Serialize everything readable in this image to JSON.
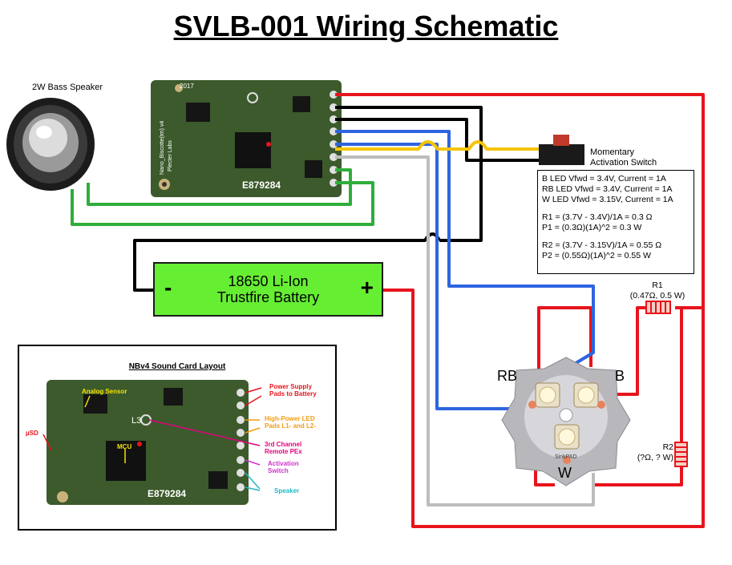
{
  "title": "SVLB-001 Wiring Schematic",
  "speaker_label": "2W Bass Speaker",
  "switch_label_line1": "Momentary",
  "switch_label_line2": "Activation Switch",
  "spec_lines": [
    "B LED Vfwd = 3.4V, Current = 1A",
    "RB LED Vfwd = 3.4V, Current = 1A",
    "W LED Vfwd = 3.15V, Current = 1A",
    "",
    "R1 = (3.7V - 3.4V)/1A = 0.3 Ω",
    "P1 = (0.3Ω)(1A)^2 =  0.3 W",
    "",
    "R2 = (3.7V - 3.15V)/1A = 0.55 Ω",
    "P2 = (0.55Ω)(1A)^2 = 0.55 W"
  ],
  "battery": {
    "line1": "18650 Li-Ion",
    "line2": "Trustfire Battery",
    "minus": "-",
    "plus": "+"
  },
  "r1": {
    "name": "R1",
    "value": "(0.47Ω, 0.5 W)"
  },
  "r2": {
    "name": "R2",
    "value": "(?Ω, ? W)"
  },
  "led_labels": {
    "rb": "RB",
    "b": "B",
    "w": "W"
  },
  "board_text": {
    "serial": "E879284",
    "year": "2017",
    "brand": "Nano_Biscotte(tm) v4",
    "sub": "Plecter Labs"
  },
  "star_text": "SinkPAD",
  "inset": {
    "title": "NBv4 Sound Card Layout",
    "analog_sensor": "Analog Sensor",
    "mcu": "MCU",
    "usd": "µSD",
    "power": [
      "Power Supply",
      "Pads to Battery"
    ],
    "led_pads": [
      "High-Power LED",
      "Pads L1- and L2-"
    ],
    "third_channel": [
      "3rd Channel",
      "Remote PEx"
    ],
    "activation": [
      "Activation",
      "Switch"
    ],
    "speaker": "Speaker",
    "serial": "E879284",
    "l3": "L3"
  },
  "colors": {
    "red_wire": "#e8141c",
    "black_wire": "#000000",
    "blue_wire": "#2f64e0",
    "gray_wire": "#bdbdbd",
    "yellow_wire": "#f5c400",
    "green_wire": "#2fae3a",
    "battery": "#66ee33",
    "pcb": "#3c5a2c"
  }
}
